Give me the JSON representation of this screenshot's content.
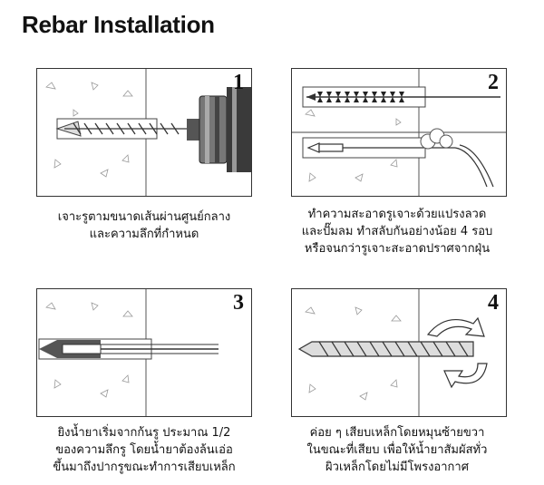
{
  "title": "Rebar Installation",
  "steps": [
    {
      "number": "1",
      "caption": [
        "เจาะรูตามขนาดเส้นผ่านศูนย์กลาง",
        "และความลึกที่กำหนด"
      ]
    },
    {
      "number": "2",
      "caption": [
        "ทำความสะอาดรูเจาะด้วยแปรงลวด",
        "และปั๊มลม ทำสลับกันอย่างน้อย 4 รอบ",
        "หรือจนกว่ารูเจาะสะอาดปราศจากฝุ่น"
      ]
    },
    {
      "number": "3",
      "caption": [
        "ยิงน้ำยาเริ่มจากก้นรู ประมาณ 1/2",
        "ของความลึกรู โดยน้ำยาต้องล้นเอ่อ",
        "ขึ้นมาถึงปากรูขณะทำการเสียบเหล็ก"
      ]
    },
    {
      "number": "4",
      "caption": [
        "ค่อย ๆ เสียบเหล็กโดยหมุนซ้ายขวา",
        "ในขณะที่เสียบ เพื่อให้น้ำยาสัมผัสทั่ว",
        "ผิวเหล็กโดยไม่มีโพรงอากาศ"
      ]
    }
  ]
}
